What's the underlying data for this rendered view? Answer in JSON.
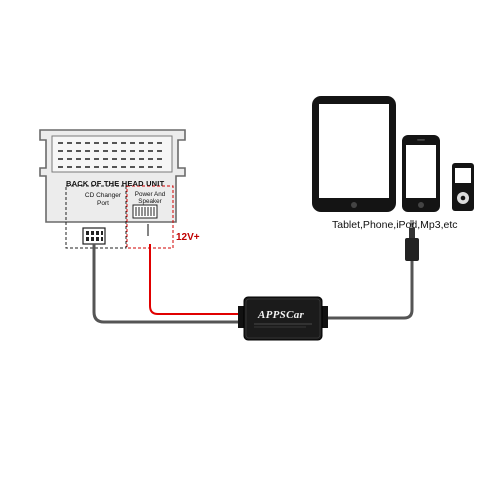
{
  "head_unit": {
    "title": "BACK OF THE HEAD UNIT",
    "cd_changer_port": "CD Changer Port",
    "power_speaker": "Power And Speaker"
  },
  "wire_label": "12V+",
  "devices_label": "Tablet,Phone,iPod,Mp3,etc",
  "adapter_brand": "APPSCar",
  "icons": [
    "tablet-icon",
    "phone-icon",
    "mp3-player-icon",
    "aux-jack-icon",
    "head-unit-icon",
    "adapter-box-icon"
  ],
  "colors": {
    "power_wire": "#e00000",
    "cable": "#555555",
    "device": "#141414"
  }
}
